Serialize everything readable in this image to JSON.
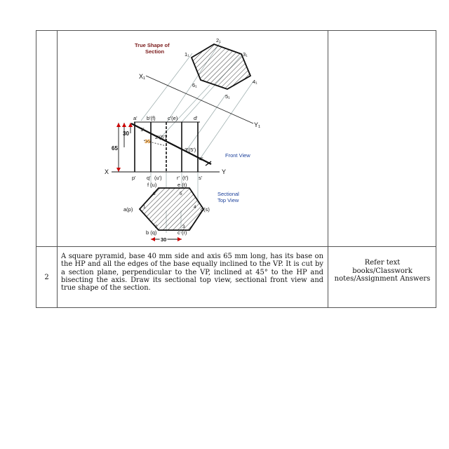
{
  "row": {
    "number": "2",
    "question": "A square pyramid, base 40 mm side and axis 65 mm long, has its base on the HP and all the edges of the base equally inclined to the VP. It is cut by a section plane, perpendicular to the VP, inclined at 45° to the HP and bisecting the axis. Draw its sectional top view, sectional front view and true shape of the section.",
    "answer_ref": "Refer text books/Classwork notes/Assignment Answers"
  },
  "figure": {
    "true_shape_title_line1": "True Shape of",
    "true_shape_title_line2": "Section",
    "front_view": "Front View",
    "sectional_top_view_line1": "Sectional",
    "sectional_top_view_line2": "Top View",
    "x1": "X₁",
    "y1": "Y₁",
    "x": "X",
    "y": "Y",
    "dim_65": "65",
    "dim_30": "30",
    "dim_35": "35",
    "dim_30_bottom": "30",
    "hex_pts": [
      "1₁",
      "2₁",
      "3₁",
      "4₁",
      "5₁",
      "6₁"
    ],
    "front_top": [
      "a'",
      "b'(f)",
      "c'(e)",
      "d'"
    ],
    "front_bottom": [
      "p'",
      "q'",
      "(u')",
      "r'",
      "(t')",
      "s'"
    ],
    "section_pts": [
      "1'",
      "2'(6')",
      "3'(5')",
      "4'"
    ],
    "top_labels": [
      "f (u)",
      "e (t)",
      "a(p)",
      "d(s)",
      "b (q)",
      "c (r)"
    ],
    "top_hex_nums": [
      "6",
      "5",
      "4",
      "3",
      "2",
      "1"
    ]
  }
}
